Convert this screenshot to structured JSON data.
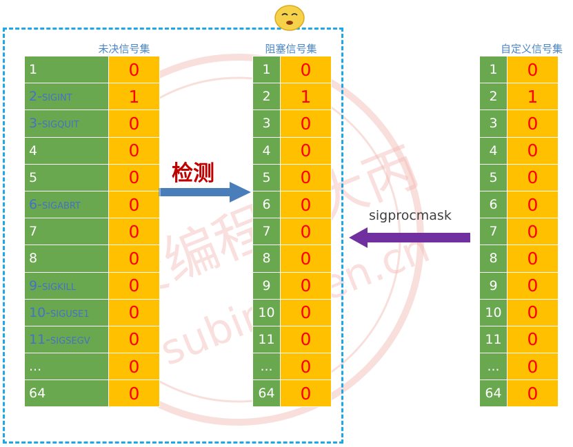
{
  "pending": {
    "title": "未决信号集",
    "rows": [
      {
        "num": "1",
        "name": "",
        "value": "0"
      },
      {
        "num": "2-",
        "name": "SIGINT",
        "value": "1"
      },
      {
        "num": "3-",
        "name": "SIGQUIT",
        "value": "0"
      },
      {
        "num": "4",
        "name": "",
        "value": "0"
      },
      {
        "num": "5",
        "name": "",
        "value": "0"
      },
      {
        "num": "6-",
        "name": "SIGABRT",
        "value": "0"
      },
      {
        "num": "7",
        "name": "",
        "value": "0"
      },
      {
        "num": "8",
        "name": "",
        "value": "0"
      },
      {
        "num": "9-",
        "name": "SIGKILL",
        "value": "0"
      },
      {
        "num": "10-",
        "name": "SIGUSE1",
        "value": "0"
      },
      {
        "num": "11-",
        "name": "SIGSEGV",
        "value": "0"
      },
      {
        "num": "...",
        "name": "",
        "value": "0"
      },
      {
        "num": "64",
        "name": "",
        "value": "0"
      }
    ]
  },
  "blocked": {
    "title": "阻塞信号集",
    "rows": [
      {
        "num": "1",
        "value": "0"
      },
      {
        "num": "2",
        "value": "1"
      },
      {
        "num": "3",
        "value": "0"
      },
      {
        "num": "4",
        "value": "0"
      },
      {
        "num": "5",
        "value": "0"
      },
      {
        "num": "6",
        "value": "0"
      },
      {
        "num": "7",
        "value": "0"
      },
      {
        "num": "8",
        "value": "0"
      },
      {
        "num": "9",
        "value": "0"
      },
      {
        "num": "10",
        "value": "0"
      },
      {
        "num": "11",
        "value": "0"
      },
      {
        "num": "...",
        "value": "0"
      },
      {
        "num": "64",
        "value": "0"
      }
    ]
  },
  "custom": {
    "title": "自定义信号集",
    "rows": [
      {
        "num": "1",
        "value": "0"
      },
      {
        "num": "2",
        "value": "1"
      },
      {
        "num": "3",
        "value": "0"
      },
      {
        "num": "4",
        "value": "0"
      },
      {
        "num": "5",
        "value": "0"
      },
      {
        "num": "6",
        "value": "0"
      },
      {
        "num": "7",
        "value": "0"
      },
      {
        "num": "8",
        "value": "0"
      },
      {
        "num": "9",
        "value": "0"
      },
      {
        "num": "10",
        "value": "0"
      },
      {
        "num": "11",
        "value": "0"
      },
      {
        "num": "...",
        "value": "0"
      },
      {
        "num": "64",
        "value": "0"
      }
    ]
  },
  "arrows": {
    "detect_label": "检测",
    "sigprocmask_label": "sigprocmask"
  },
  "watermark": {
    "line1": "爱编程的大丙",
    "line2": "subingwen.cn"
  },
  "colors": {
    "signal_cell": "#6aa84f",
    "value_cell": "#ffc000",
    "value_text": "#ff0000",
    "title_text": "#4a86c8",
    "dashed_border": "#1ea7e6",
    "detect_arrow": "#4a7ebb",
    "detect_text": "#c00000",
    "mask_arrow": "#7030a0"
  },
  "icons": {
    "mascot": "bean-face-emoji-icon"
  }
}
